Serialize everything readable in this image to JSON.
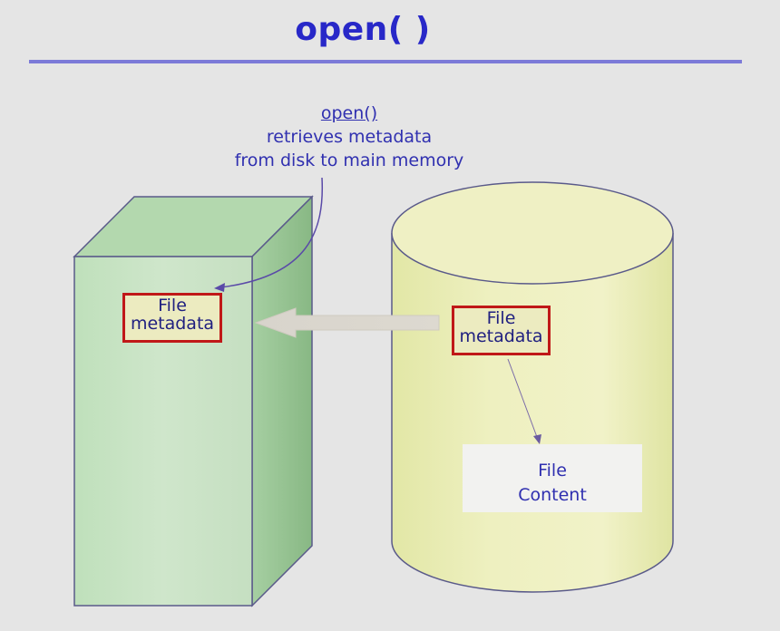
{
  "slide": {
    "title": "open( )"
  },
  "caption": {
    "function_name": "open()",
    "line2": "retrieves metadata",
    "line3": "from disk to main memory"
  },
  "memory_block": {
    "metadata_line1": "File",
    "metadata_line2": "metadata"
  },
  "disk": {
    "metadata_line1": "File",
    "metadata_line2": "metadata",
    "content_line1": "File",
    "content_line2": "Content"
  },
  "colors": {
    "title": "#2828c8",
    "title_rule": "#7c7ad8",
    "text": "#3030b0",
    "memory_front": "#c6e3c2",
    "memory_side": "#8fbf8c",
    "disk_body": "#ecedb4",
    "box_border": "#c01818"
  }
}
